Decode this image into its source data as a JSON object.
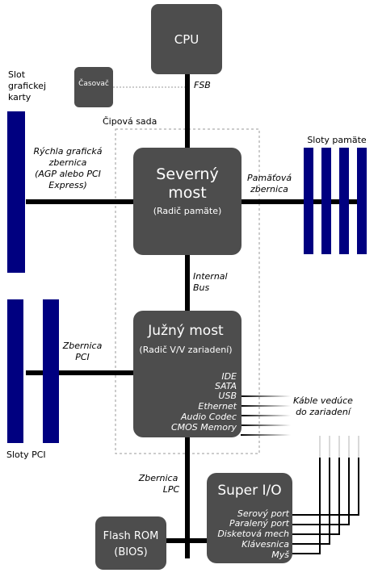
{
  "blocks": {
    "cpu": "CPU",
    "clock": "Časovač",
    "north_bridge": {
      "line1": "Severný",
      "line2": "most",
      "sub": "(Radič pamäte)"
    },
    "south_bridge": {
      "title": "Južný most",
      "sub": "(Radič V/V zariadení)",
      "items": [
        "IDE",
        "SATA",
        "USB",
        "Ethernet",
        "Audio Codec",
        "CMOS Memory"
      ]
    },
    "super_io": {
      "title": "Super I/O",
      "items": [
        "Serový port",
        "Paralený port",
        "Disketová mech",
        "Klávesnica",
        "Myš"
      ]
    },
    "flash_rom": {
      "line1": "Flash ROM",
      "line2": "(BIOS)"
    }
  },
  "labels": {
    "fsb": "FSB",
    "chipset": "Čipová sada",
    "graphics_slot": [
      "Slot",
      "grafickej",
      "karty"
    ],
    "graphics_bus": [
      "Rýchla grafická",
      "zbernica",
      "(AGP alebo PCI",
      "Express)"
    ],
    "memory_slots": "Sloty pamäte",
    "memory_bus": [
      "Pamäťová",
      "zbernica"
    ],
    "internal_bus": [
      "Internal",
      "Bus"
    ],
    "pci_bus": [
      "Zbernica",
      "PCI"
    ],
    "pci_slots": "Sloty PCI",
    "device_cables": [
      "Káble vedúce",
      "do zariadení"
    ],
    "lpc_bus": [
      "Zbernica",
      "LPC"
    ]
  },
  "colors": {
    "box": "#4d4d4d",
    "slot": "#000080",
    "bus": "#000000",
    "dashed": "#999999"
  }
}
